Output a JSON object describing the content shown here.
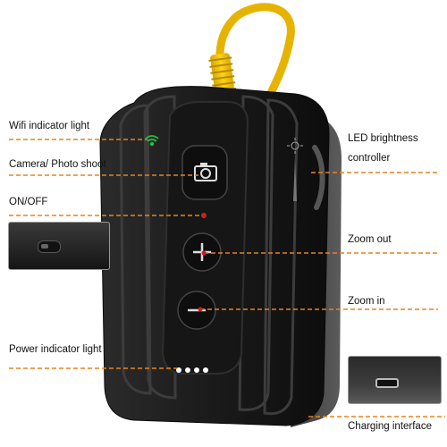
{
  "labels": {
    "wifi": "Wifi indicator light",
    "camera": "Camera/ Photo shoot",
    "onoff": "ON/OFF",
    "power": "Power indicator light",
    "led": "LED brightness controller",
    "zoom_out": "Zoom out",
    "zoom_in": "Zoom in",
    "charging": "Charging interface"
  },
  "colors": {
    "cable": "#f5c400",
    "leader_line": "#e8821e",
    "device_body": "#1c1c1c",
    "wifi_light": "#22c04a",
    "power_light": "#ffffff"
  },
  "icons": {
    "camera_button": "camera-icon",
    "zoom_out_button": "plus-icon",
    "zoom_in_button": "minus-icon",
    "wifi_light": "wifi-icon",
    "brightness_wheel": "sun-icon"
  }
}
